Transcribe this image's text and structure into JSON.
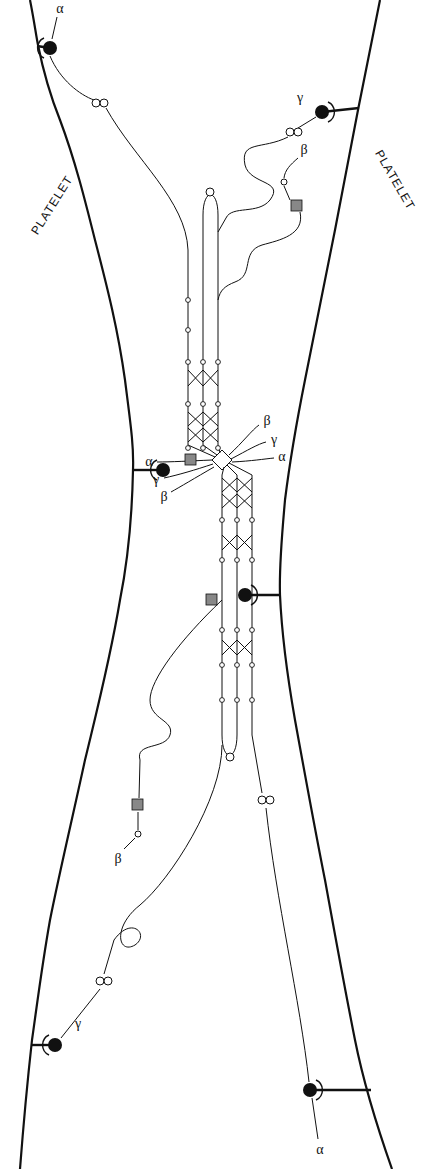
{
  "diagram": {
    "labels": [
      "α",
      "γ",
      "β",
      "PLATELET",
      "PLATELET",
      "β",
      "γ",
      "α",
      "α",
      "γ",
      "β",
      "β",
      "γ",
      "α"
    ]
  }
}
